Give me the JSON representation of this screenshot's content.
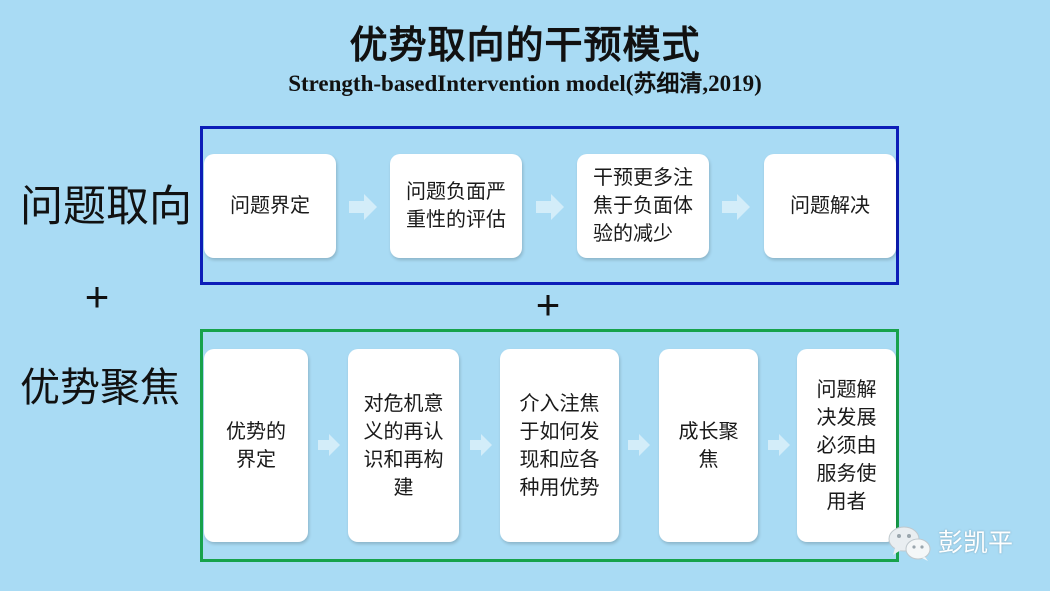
{
  "slide": {
    "title": "优势取向的干预模式",
    "subtitle": "Strength-basedIntervention model(苏细清,2019)"
  },
  "labels": {
    "problem_orientation": "问题取向",
    "plus_left": "+",
    "strength_focus": "优势聚焦",
    "plus_center": "+"
  },
  "problem_flow": {
    "steps": [
      "问题界定",
      "问题负面严重性的评估",
      "干预更多注焦于负面体验的减少",
      "问题解决"
    ]
  },
  "strength_flow": {
    "steps": [
      "优势的界定",
      "对危机意义的再认识和再构建",
      "介入注焦于如何发现和应各种用优势",
      "成长聚焦",
      "问题解决发展必须由服务使用者"
    ]
  },
  "watermark": {
    "icon": "wechat-icon",
    "text": "彭凯平"
  },
  "colors": {
    "background": "#a9dbf4",
    "problem_border": "#0c1db8",
    "strength_border": "#17a24b",
    "card": "#ffffff",
    "arrow": "#d3edf9",
    "watermark": "#ffffff"
  }
}
